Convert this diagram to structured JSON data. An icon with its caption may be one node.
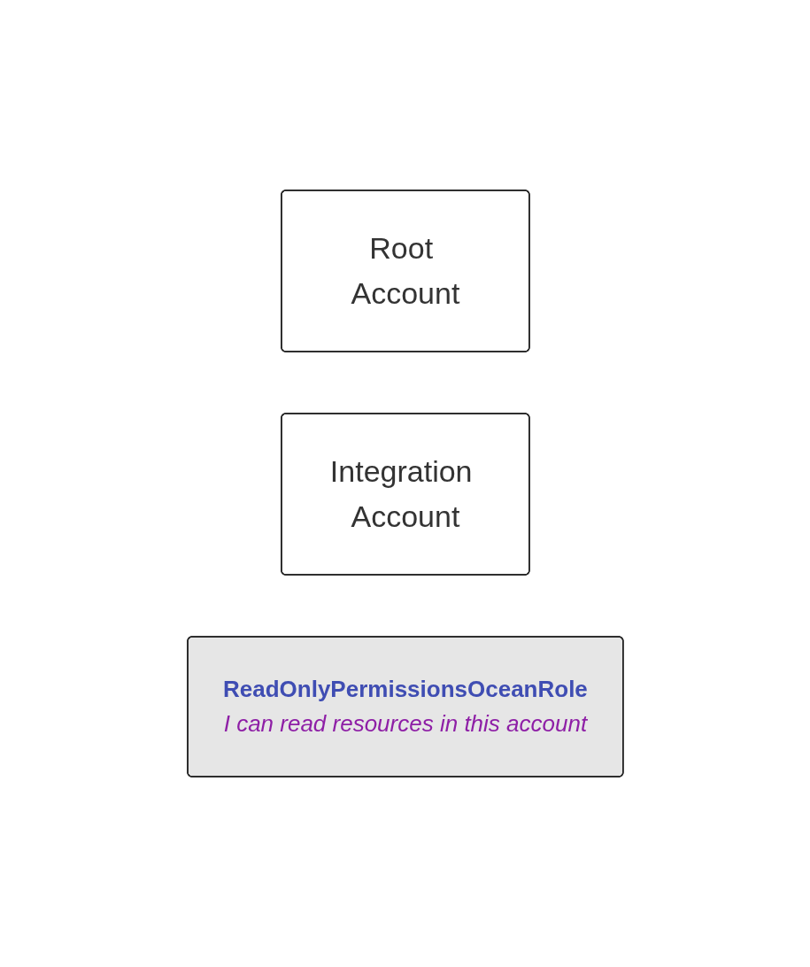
{
  "diagram": {
    "nodes": [
      {
        "text": [
          "Root Account"
        ]
      },
      {
        "text": [
          "Integration Account"
        ]
      },
      {
        "text": [
          "ReadOnlyPermissionsOceanRole",
          "I can read resources in this account"
        ]
      }
    ],
    "edges": []
  }
}
